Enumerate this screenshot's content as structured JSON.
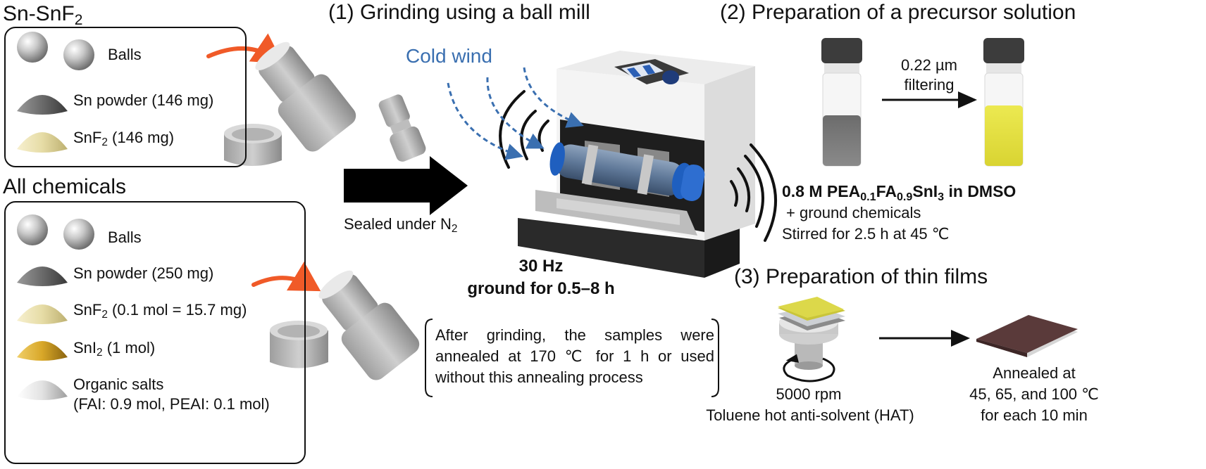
{
  "left": {
    "sn_snf2": {
      "title_main": "Sn-SnF",
      "title_sub": "2",
      "items": [
        {
          "text": "Balls",
          "sub": "",
          "after": ""
        },
        {
          "text": "Sn powder (146 mg)",
          "sub": "",
          "after": ""
        },
        {
          "text": "SnF",
          "sub": "2",
          "after": " (146 mg)"
        }
      ]
    },
    "all_chemicals": {
      "title": "All chemicals",
      "items": [
        {
          "text": "Balls",
          "sub": "",
          "after": ""
        },
        {
          "text": "Sn powder (250 mg)",
          "sub": "",
          "after": ""
        },
        {
          "text": "SnF",
          "sub": "2",
          "after": " (0.1 mol = 15.7 mg)"
        },
        {
          "text": "SnI",
          "sub": "2",
          "after": " (1 mol)"
        },
        {
          "text": "Organic salts",
          "sub": "",
          "after": ""
        },
        {
          "text": "(FAI: 0.9 mol, PEAI: 0.1 mol)",
          "sub": "",
          "after": ""
        }
      ]
    }
  },
  "middle": {
    "step_title": "(1) Grinding using a ball mill",
    "cold_wind": "Cold wind",
    "sealed_main": "Sealed under N",
    "sealed_sub": "2",
    "freq": "30 Hz",
    "ground": "ground for 0.5–8 h",
    "note_lines": [
      "After grinding, the samples were",
      "annealed at 170 ℃ for 1 h or used",
      "without this annealing process"
    ]
  },
  "right": {
    "step2_title": "(2) Preparation of a precursor solution",
    "filter_line1": "0.22 µm",
    "filter_line2": "filtering",
    "solution": {
      "p1": "0.8 M PEA",
      "s1": "0.1",
      "p2": "FA",
      "s2": "0.9",
      "p3": "SnI",
      "s3": "3",
      "p4": " in DMSO"
    },
    "plus": "+ ground chemicals",
    "stirred": "Stirred for 2.5 h at 45 ℃",
    "step3_title": "(3) Preparation of thin films",
    "rpm": "5000 rpm",
    "toluene": "Toluene hot anti-solvent (HAT)",
    "annealed_lines": [
      "Annealed at",
      "45, 65, and 100 ℃",
      "for each 10 min"
    ]
  },
  "colors": {
    "accent_arrow": "#f05a28",
    "wind": "#3a6fb0",
    "powder_yellow": "#e8d98a",
    "solution_yellow": "#e6e33a"
  }
}
